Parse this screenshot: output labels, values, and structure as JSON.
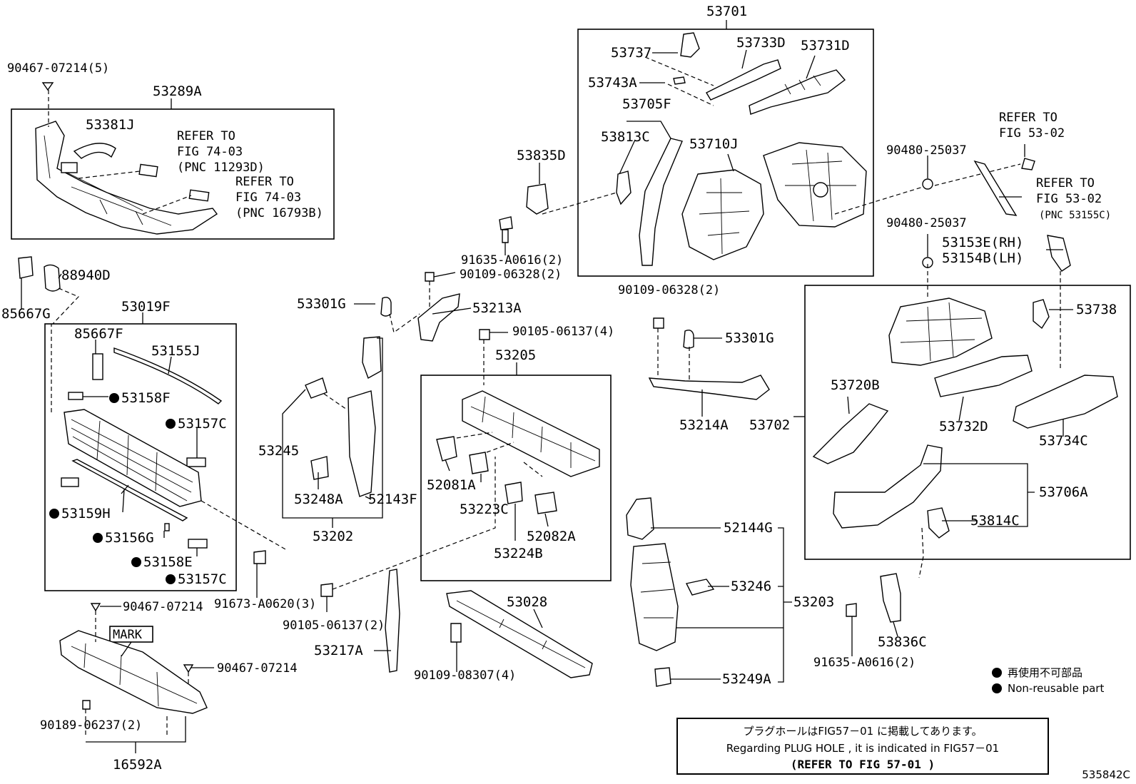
{
  "parts": {
    "p90467_07214_5": "90467-07214(5)",
    "p53289A": "53289A",
    "p53381J": "53381J",
    "ref_74_03_a_title": "REFER TO",
    "ref_74_03_a_fig": "FIG 74-03",
    "ref_74_03_a_pnc": "(PNC 11293D)",
    "ref_74_03_b_title": "REFER TO",
    "ref_74_03_b_fig": "FIG 74-03",
    "ref_74_03_b_pnc": "(PNC 16793B)",
    "p53701": "53701",
    "p53737": "53737",
    "p53733D": "53733D",
    "p53731D": "53731D",
    "p53743A": "53743A",
    "p53705F": "53705F",
    "p53813C": "53813C",
    "p53710J": "53710J",
    "p53835D": "53835D",
    "p91635_A0616_2_top": "91635-A0616(2)",
    "p90109_06328_2_left": "90109-06328(2)",
    "p90109_06328_2_mid": "90109-06328(2)",
    "ref_53_02_a_title": "REFER TO",
    "ref_53_02_a_fig": "FIG 53-02",
    "p90480_25037_a": "90480-25037",
    "ref_53_02_b_title": "REFER TO",
    "ref_53_02_b_fig": "FIG 53-02",
    "ref_53_02_b_pnc": "(PNC 53155C)",
    "p90480_25037_b": "90480-25037",
    "p53153E": "53153E(RH)",
    "p53154B": "53154B(LH)",
    "p88940D": "88940D",
    "p85667G": "85667G",
    "p53019F": "53019F",
    "p85667F": "85667F",
    "p53155J": "53155J",
    "p53158F": "53158F",
    "p53157C_a": "53157C",
    "p53159H": "53159H",
    "p53156G": "53156G",
    "p53158E": "53158E",
    "p53157C_b": "53157C",
    "p53301G_a": "53301G",
    "p53213A": "53213A",
    "p90105_06137_4": "90105-06137(4)",
    "p53205": "53205",
    "p53245": "53245",
    "p53248A": "53248A",
    "p52143F": "52143F",
    "p53202": "53202",
    "p52081A": "52081A",
    "p53223C": "53223C",
    "p52082A": "52082A",
    "p53224B": "53224B",
    "p53301G_b": "53301G",
    "p53214A": "53214A",
    "p53702": "53702",
    "p53738": "53738",
    "p53720B": "53720B",
    "p53732D": "53732D",
    "p53734C": "53734C",
    "p53706A": "53706A",
    "p53814C": "53814C",
    "p91673_A0620_3": "91673-A0620(3)",
    "p90105_06137_2": "90105-06137(2)",
    "p53217A": "53217A",
    "p53028": "53028",
    "p90109_08307_4": "90109-08307(4)",
    "p52144G": "52144G",
    "p53246": "53246",
    "p53203": "53203",
    "p53249A": "53249A",
    "p53836C": "53836C",
    "p91635_A0616_2_bot": "91635-A0616(2)",
    "p90467_07214_a": "90467-07214",
    "p90467_07214_b": "90467-07214",
    "mark": "MARK",
    "p90189_06237_2": "90189-06237(2)",
    "p16592A": "16592A"
  },
  "legend": {
    "jp": "再使用不可部品",
    "en": "Non-reusable part"
  },
  "note": {
    "jp": "プラグホールはFIG57－01 に掲載してあります。",
    "en": "Regarding  PLUG HOLE , it is indicated in FIG57－01",
    "ref": "(REFER TO FIG 57-01  )"
  },
  "figure_id": "535842C"
}
